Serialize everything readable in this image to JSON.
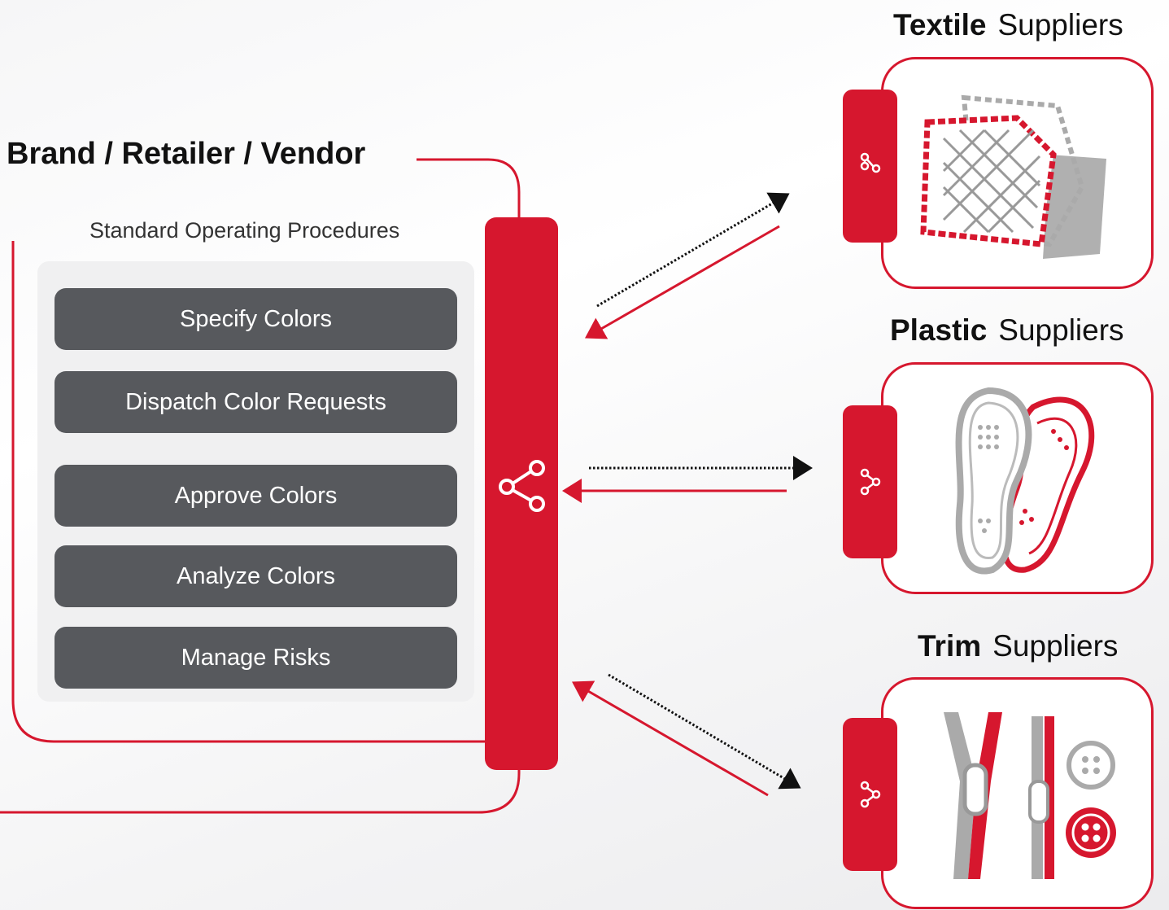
{
  "brand": {
    "title": "Brand / Retailer / Vendor",
    "sop_title": "Standard Operating Procedures",
    "steps": [
      "Specify Colors",
      "Dispatch Color Requests",
      "Approve Colors",
      "Analyze Colors",
      "Manage Risks"
    ]
  },
  "suppliers": [
    {
      "bold": "Textile",
      "rest": "Suppliers",
      "image": "fabric-swatches-icon"
    },
    {
      "bold": "Plastic",
      "rest": "Suppliers",
      "image": "shoe-insoles-icon"
    },
    {
      "bold": "Trim",
      "rest": "Suppliers",
      "image": "zippers-buttons-icon"
    }
  ],
  "icons": {
    "hub": "share-icon",
    "supplier_tab": "share-icon"
  },
  "colors": {
    "accent": "#d6172e",
    "button": "#57595d",
    "panel": "#f0f0f1",
    "gray_graphic": "#aaaaaa"
  }
}
